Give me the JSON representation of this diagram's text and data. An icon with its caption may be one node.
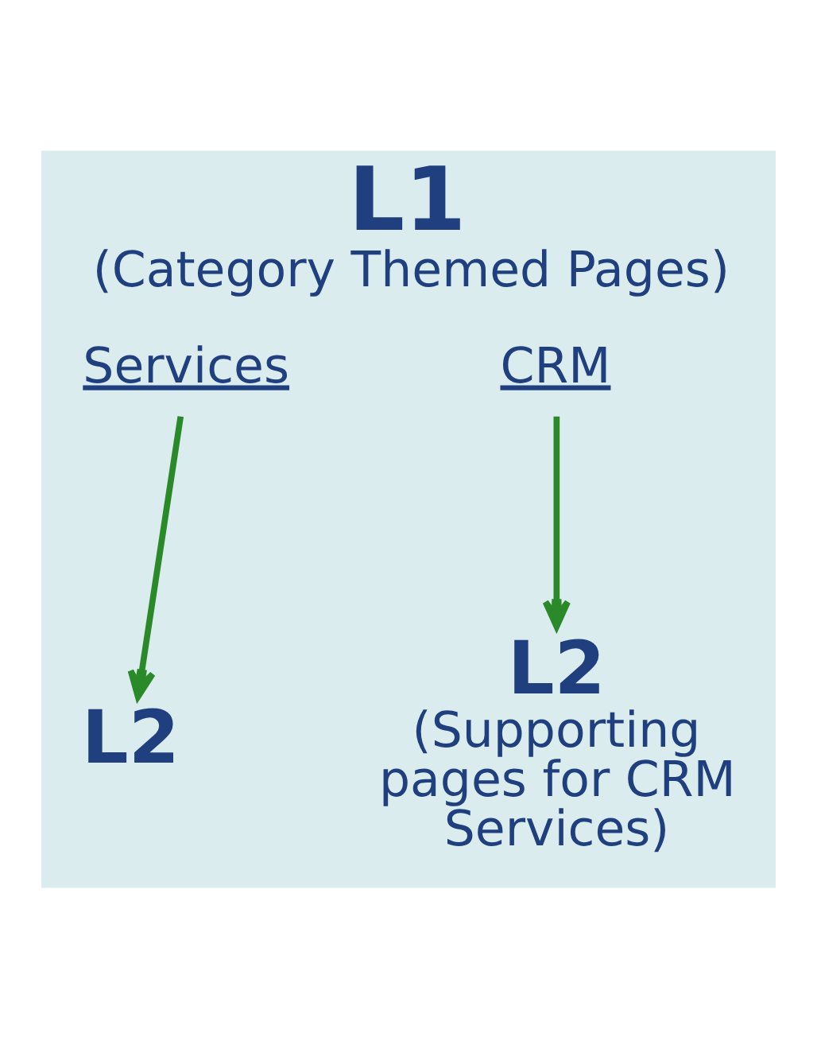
{
  "diagram": {
    "nodes": [
      {
        "text": [
          "L1",
          "(Category Themed Pages)"
        ]
      },
      {
        "text": [
          "CRM"
        ],
        "in": 0
      },
      {
        "text": [
          "Services"
        ],
        "in": 0
      },
      {
        "text": [
          "L2",
          "(Supporting pages for CRM Services)"
        ],
        "in": 0
      },
      {
        "text": [
          "L2"
        ],
        "in": 0
      }
    ],
    "edges": [
      {
        "from": 1,
        "to": 3,
        "arrow": "to"
      },
      {
        "from": 2,
        "to": 4,
        "arrow": "to"
      }
    ]
  }
}
